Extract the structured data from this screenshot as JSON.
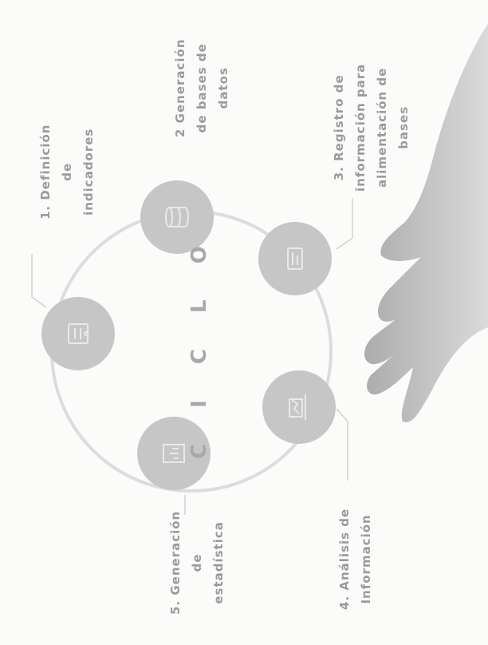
{
  "center_label": "C I C L O",
  "steps": [
    {
      "label": "1. Definición\nde\nindicadores",
      "icon": "indicator-icon"
    },
    {
      "label": "2 Generación\nde bases de\ndatos",
      "icon": "database-icon"
    },
    {
      "label": "3. Registro de\ninformación para\nalimentación de\nbases",
      "icon": "register-icon"
    },
    {
      "label": "4. Análisis de\nInformación",
      "icon": "analysis-icon"
    },
    {
      "label": "5. Generación\nde\nestadística",
      "icon": "statistics-icon"
    }
  ],
  "colors": {
    "node_fill": "#c6c6c6",
    "ring": "#dcdcdc",
    "text": "#9a9a9a",
    "hand": "#b4b4b4"
  }
}
